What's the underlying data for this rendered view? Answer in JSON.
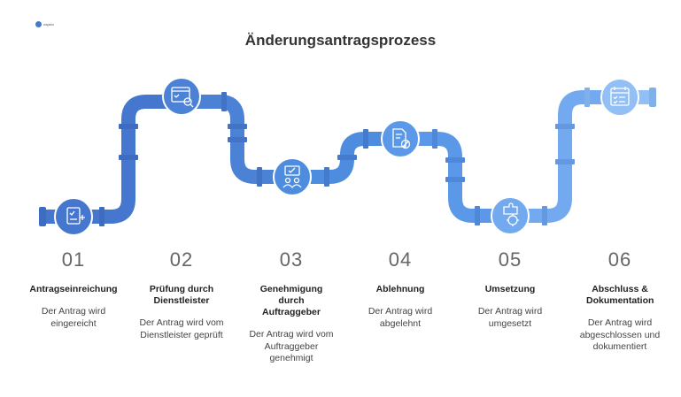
{
  "title": "Änderungsantragsprozess",
  "colors": {
    "pipe1": "#4677cf",
    "pipe2": "#4b82d6",
    "pipe3": "#4e8ce0",
    "pipe4": "#5b98e8",
    "pipe5": "#72a9ef",
    "pipe6": "#92bff5"
  },
  "steps": [
    {
      "number": "01",
      "title": "Antragseinreichung",
      "description": "Der Antrag wird eingereicht",
      "icon": "document-checklist-icon"
    },
    {
      "number": "02",
      "title": "Prüfung durch Dienstleister",
      "description": "Der Antrag wird vom Dienstleister geprüft",
      "icon": "search-window-icon"
    },
    {
      "number": "03",
      "title": "Genehmigung durch Auftraggeber",
      "description": "Der Antrag wird vom Auftraggeber genehmigt",
      "icon": "team-approval-icon"
    },
    {
      "number": "04",
      "title": "Ablehnung",
      "description": "Der Antrag wird abgelehnt",
      "icon": "document-rejected-icon"
    },
    {
      "number": "05",
      "title": "Umsetzung",
      "description": "Der Antrag wird umgesetzt",
      "icon": "puzzle-gear-icon"
    },
    {
      "number": "06",
      "title": "Abschluss & Dokumentation",
      "description": "Der Antrag wird abgeschlossen und dokumentiert",
      "icon": "calendar-checklist-icon"
    }
  ]
}
